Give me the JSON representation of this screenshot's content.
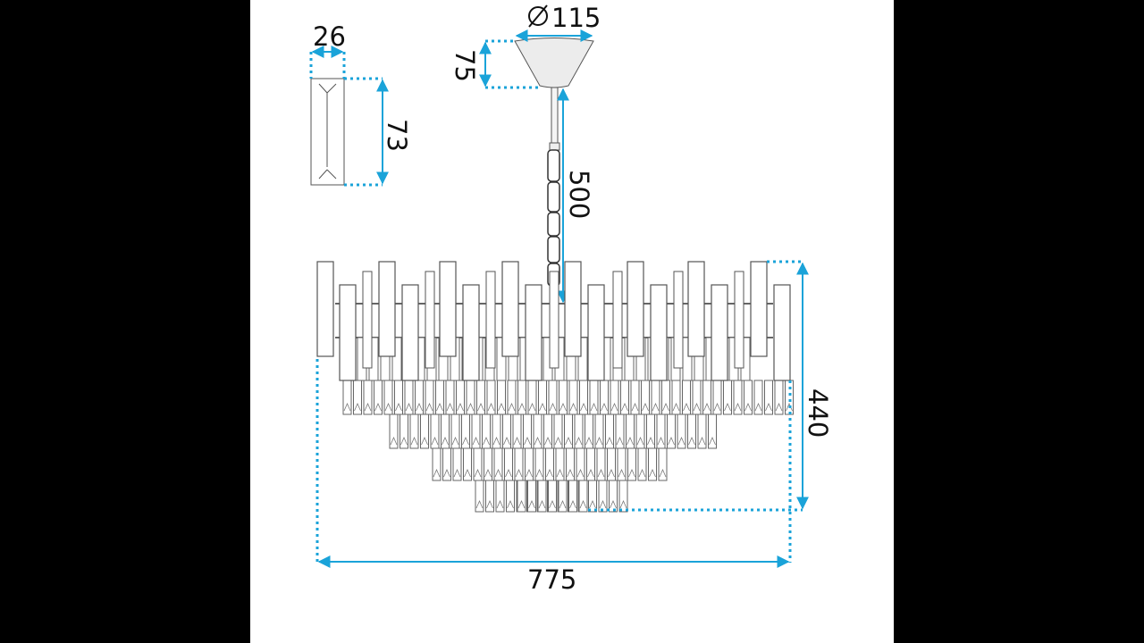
{
  "colors": {
    "background": "#000000",
    "sheet": "#ffffff",
    "dimension": "#1aa3d9",
    "line": "#555555",
    "text": "#111111"
  },
  "dimensions": {
    "canopy_diameter": "115",
    "canopy_height": "75",
    "crystal_width": "26",
    "crystal_height": "73",
    "rod_length": "500",
    "total_height": "440",
    "total_width": "775"
  },
  "icons": {
    "diameter_symbol": "diameter-icon"
  }
}
